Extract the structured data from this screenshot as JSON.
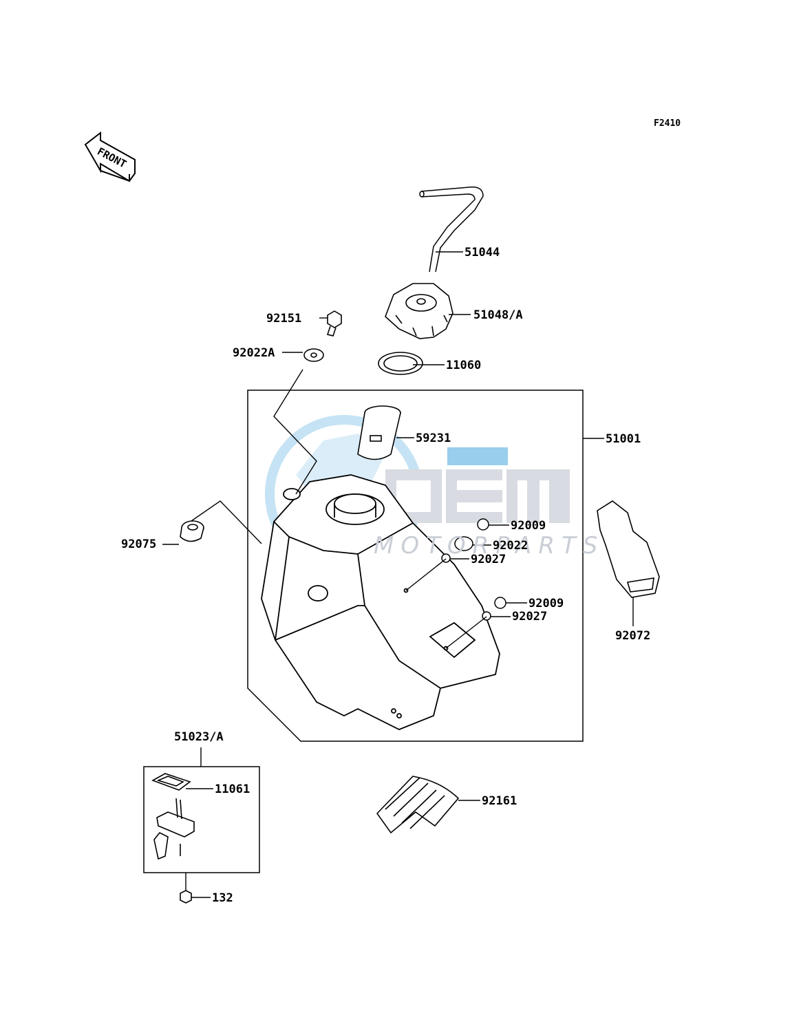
{
  "figure_code": "F2410",
  "direction_label": "FRONT",
  "watermark": {
    "brand": "OEM",
    "sub": "MOTORPARTS"
  },
  "parts": {
    "p51044": "51044",
    "p92151": "92151",
    "p51048": "51048/A",
    "p92022a": "92022A",
    "p11060": "11060",
    "p59231": "59231",
    "p51001": "51001",
    "p92075": "92075",
    "p92009a": "92009",
    "p92022": "92022",
    "p92027a": "92027",
    "p92009b": "92009",
    "p92027b": "92027",
    "p92072": "92072",
    "p51023": "51023/A",
    "p11061": "11061",
    "p92161": "92161",
    "p132": "132"
  }
}
